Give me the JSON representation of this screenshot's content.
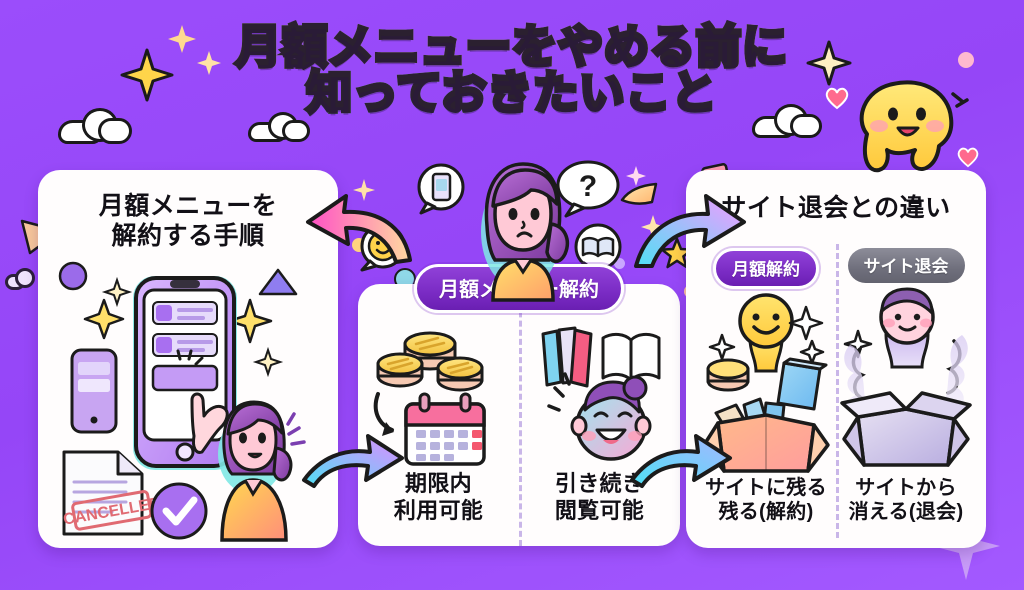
{
  "meta": {
    "background_color": "#9b4dfb",
    "card_color": "#fffdfd",
    "accent_purple": "#7a2bc4",
    "accent_gray": "#6f6f7c",
    "title_line1_color": "#ffe6b6",
    "title_line2_color": "#a8f0e6",
    "text_color": "#121016"
  },
  "title": {
    "line1": "月額メニューをやめる前に",
    "line2": "知っておきたいこと"
  },
  "left_card": {
    "title_line1": "月額メニューを",
    "title_line2": "解約する手順",
    "stamp_label": "CANCELLED",
    "icons": [
      "smartphone-icon",
      "document-icon",
      "check-circle-icon",
      "pointing-hand-icon",
      "woman-icon",
      "sparkle-icon"
    ]
  },
  "middle_card": {
    "badge": "月額メニュー解約",
    "columns": [
      {
        "caption_line1": "期限内",
        "caption_line2": "利用可能",
        "icons": [
          "coins-icon",
          "calendar-icon",
          "curved-arrow-icon"
        ]
      },
      {
        "caption_line1": "引き続き",
        "caption_line2": "閲覧可能",
        "icons": [
          "books-icon",
          "open-book-icon",
          "happy-face-icon"
        ]
      }
    ]
  },
  "right_card": {
    "title": "サイト退会との違い",
    "columns": [
      {
        "badge": "月額解約",
        "badge_style": "purple",
        "caption_line1": "サイトに残る",
        "caption_line2": "残る(解約)",
        "icons": [
          "smiley-figure-icon",
          "coins-icon",
          "book-icon",
          "open-box-full-icon"
        ]
      },
      {
        "badge": "サイト退会",
        "badge_style": "gray",
        "caption_line1": "サイトから",
        "caption_line2": "消える(退会)",
        "icons": [
          "fading-person-icon",
          "smoke-icon",
          "open-box-empty-icon"
        ]
      }
    ]
  },
  "center_character": {
    "name": "worried-woman-icon",
    "bubbles": [
      "phone-bubble-icon",
      "question-bubble-icon",
      "smiley-bubble-icon",
      "book-bubble-icon"
    ]
  },
  "mascot": {
    "name": "happy-blob-mascot-icon",
    "hearts": 2
  },
  "arrows": [
    {
      "name": "arrow-to-left-card",
      "direction": "left",
      "gradient_from": "#ff5fd0",
      "gradient_to": "#ffd9a0"
    },
    {
      "name": "arrow-to-right-card",
      "direction": "right",
      "gradient_from": "#58e0f0",
      "gradient_to": "#f59bff"
    },
    {
      "name": "arrow-mid-left-in",
      "direction": "right",
      "gradient_from": "#58e0f0",
      "gradient_to": "#e08bff"
    },
    {
      "name": "arrow-mid-right-out",
      "direction": "right",
      "gradient_from": "#58e0f0",
      "gradient_to": "#9ad6ff"
    }
  ],
  "decorations": {
    "clouds": 4,
    "sparkles": 9,
    "triangles": 4,
    "dots": 5,
    "hearts": 2
  }
}
